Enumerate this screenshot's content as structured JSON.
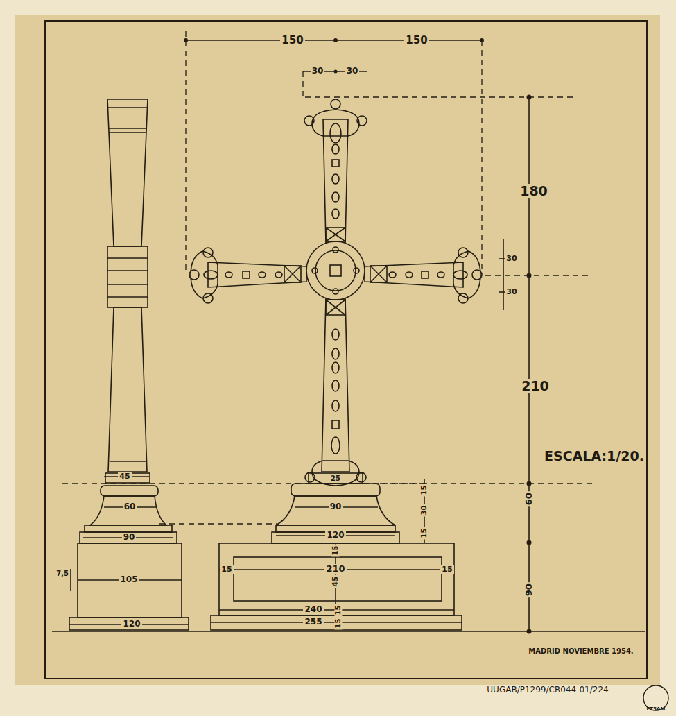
{
  "diagram": {
    "labels": [
      "150",
      "150",
      "30",
      "30",
      "180",
      "30",
      "30",
      "210",
      "ESCALA:1/20.",
      "45",
      "60",
      "90",
      "7,5",
      "105",
      "120",
      "25",
      "15",
      "30",
      "15",
      "90",
      "120",
      "15",
      "15",
      "210",
      "15",
      "45",
      "240",
      "15",
      "255",
      "15",
      "60",
      "90",
      "MADRID NOVIEMBRE 1954.",
      "UUGAB/P1299/CR044-01/224",
      "ETSAM"
    ]
  }
}
